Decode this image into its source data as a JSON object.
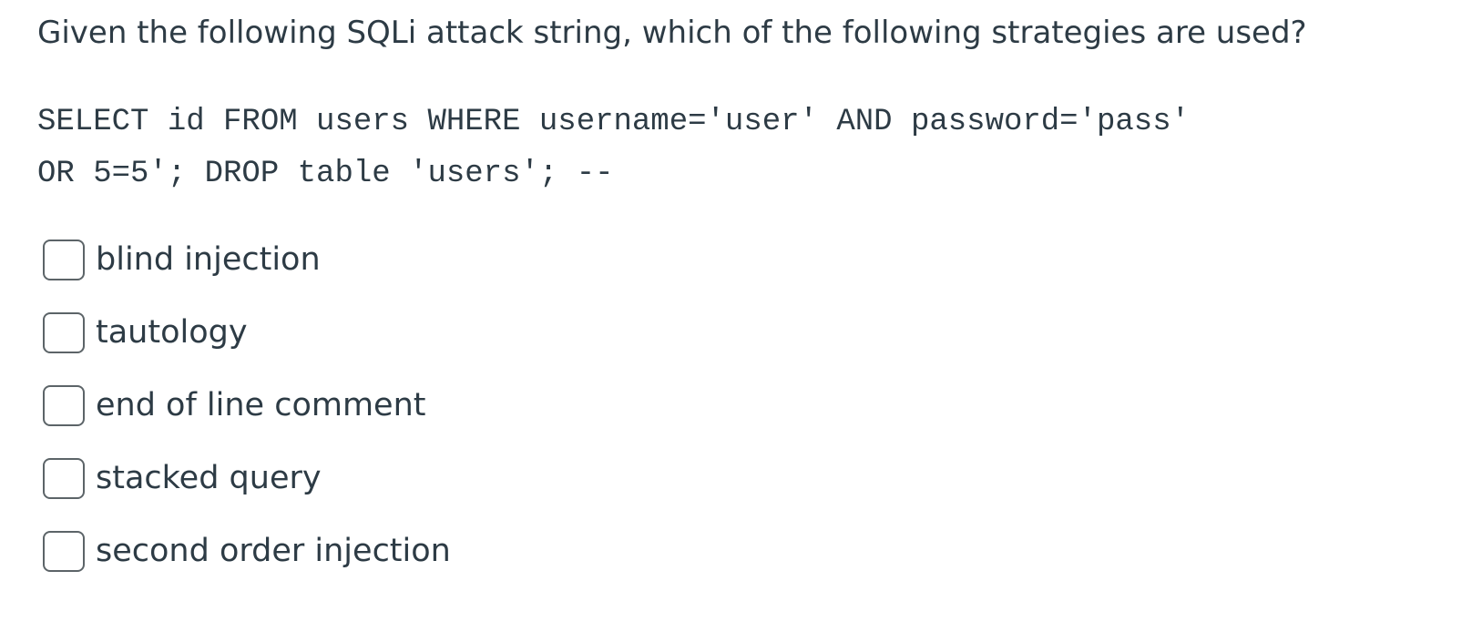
{
  "question": {
    "text": "Given the following SQLi attack string, which of the following strategies are used?",
    "code_lines": [
      "SELECT id FROM users WHERE username='user' AND password='pass'",
      "OR 5=5'; DROP table 'users'; --"
    ]
  },
  "answers": [
    {
      "label": "blind injection",
      "checked": false
    },
    {
      "label": "tautology",
      "checked": false
    },
    {
      "label": "end of line comment",
      "checked": false
    },
    {
      "label": "stacked query",
      "checked": false
    },
    {
      "label": "second order injection",
      "checked": false
    }
  ],
  "colors": {
    "text": "#2d3b45",
    "checkbox_border": "#5c6468",
    "background": "#ffffff"
  }
}
